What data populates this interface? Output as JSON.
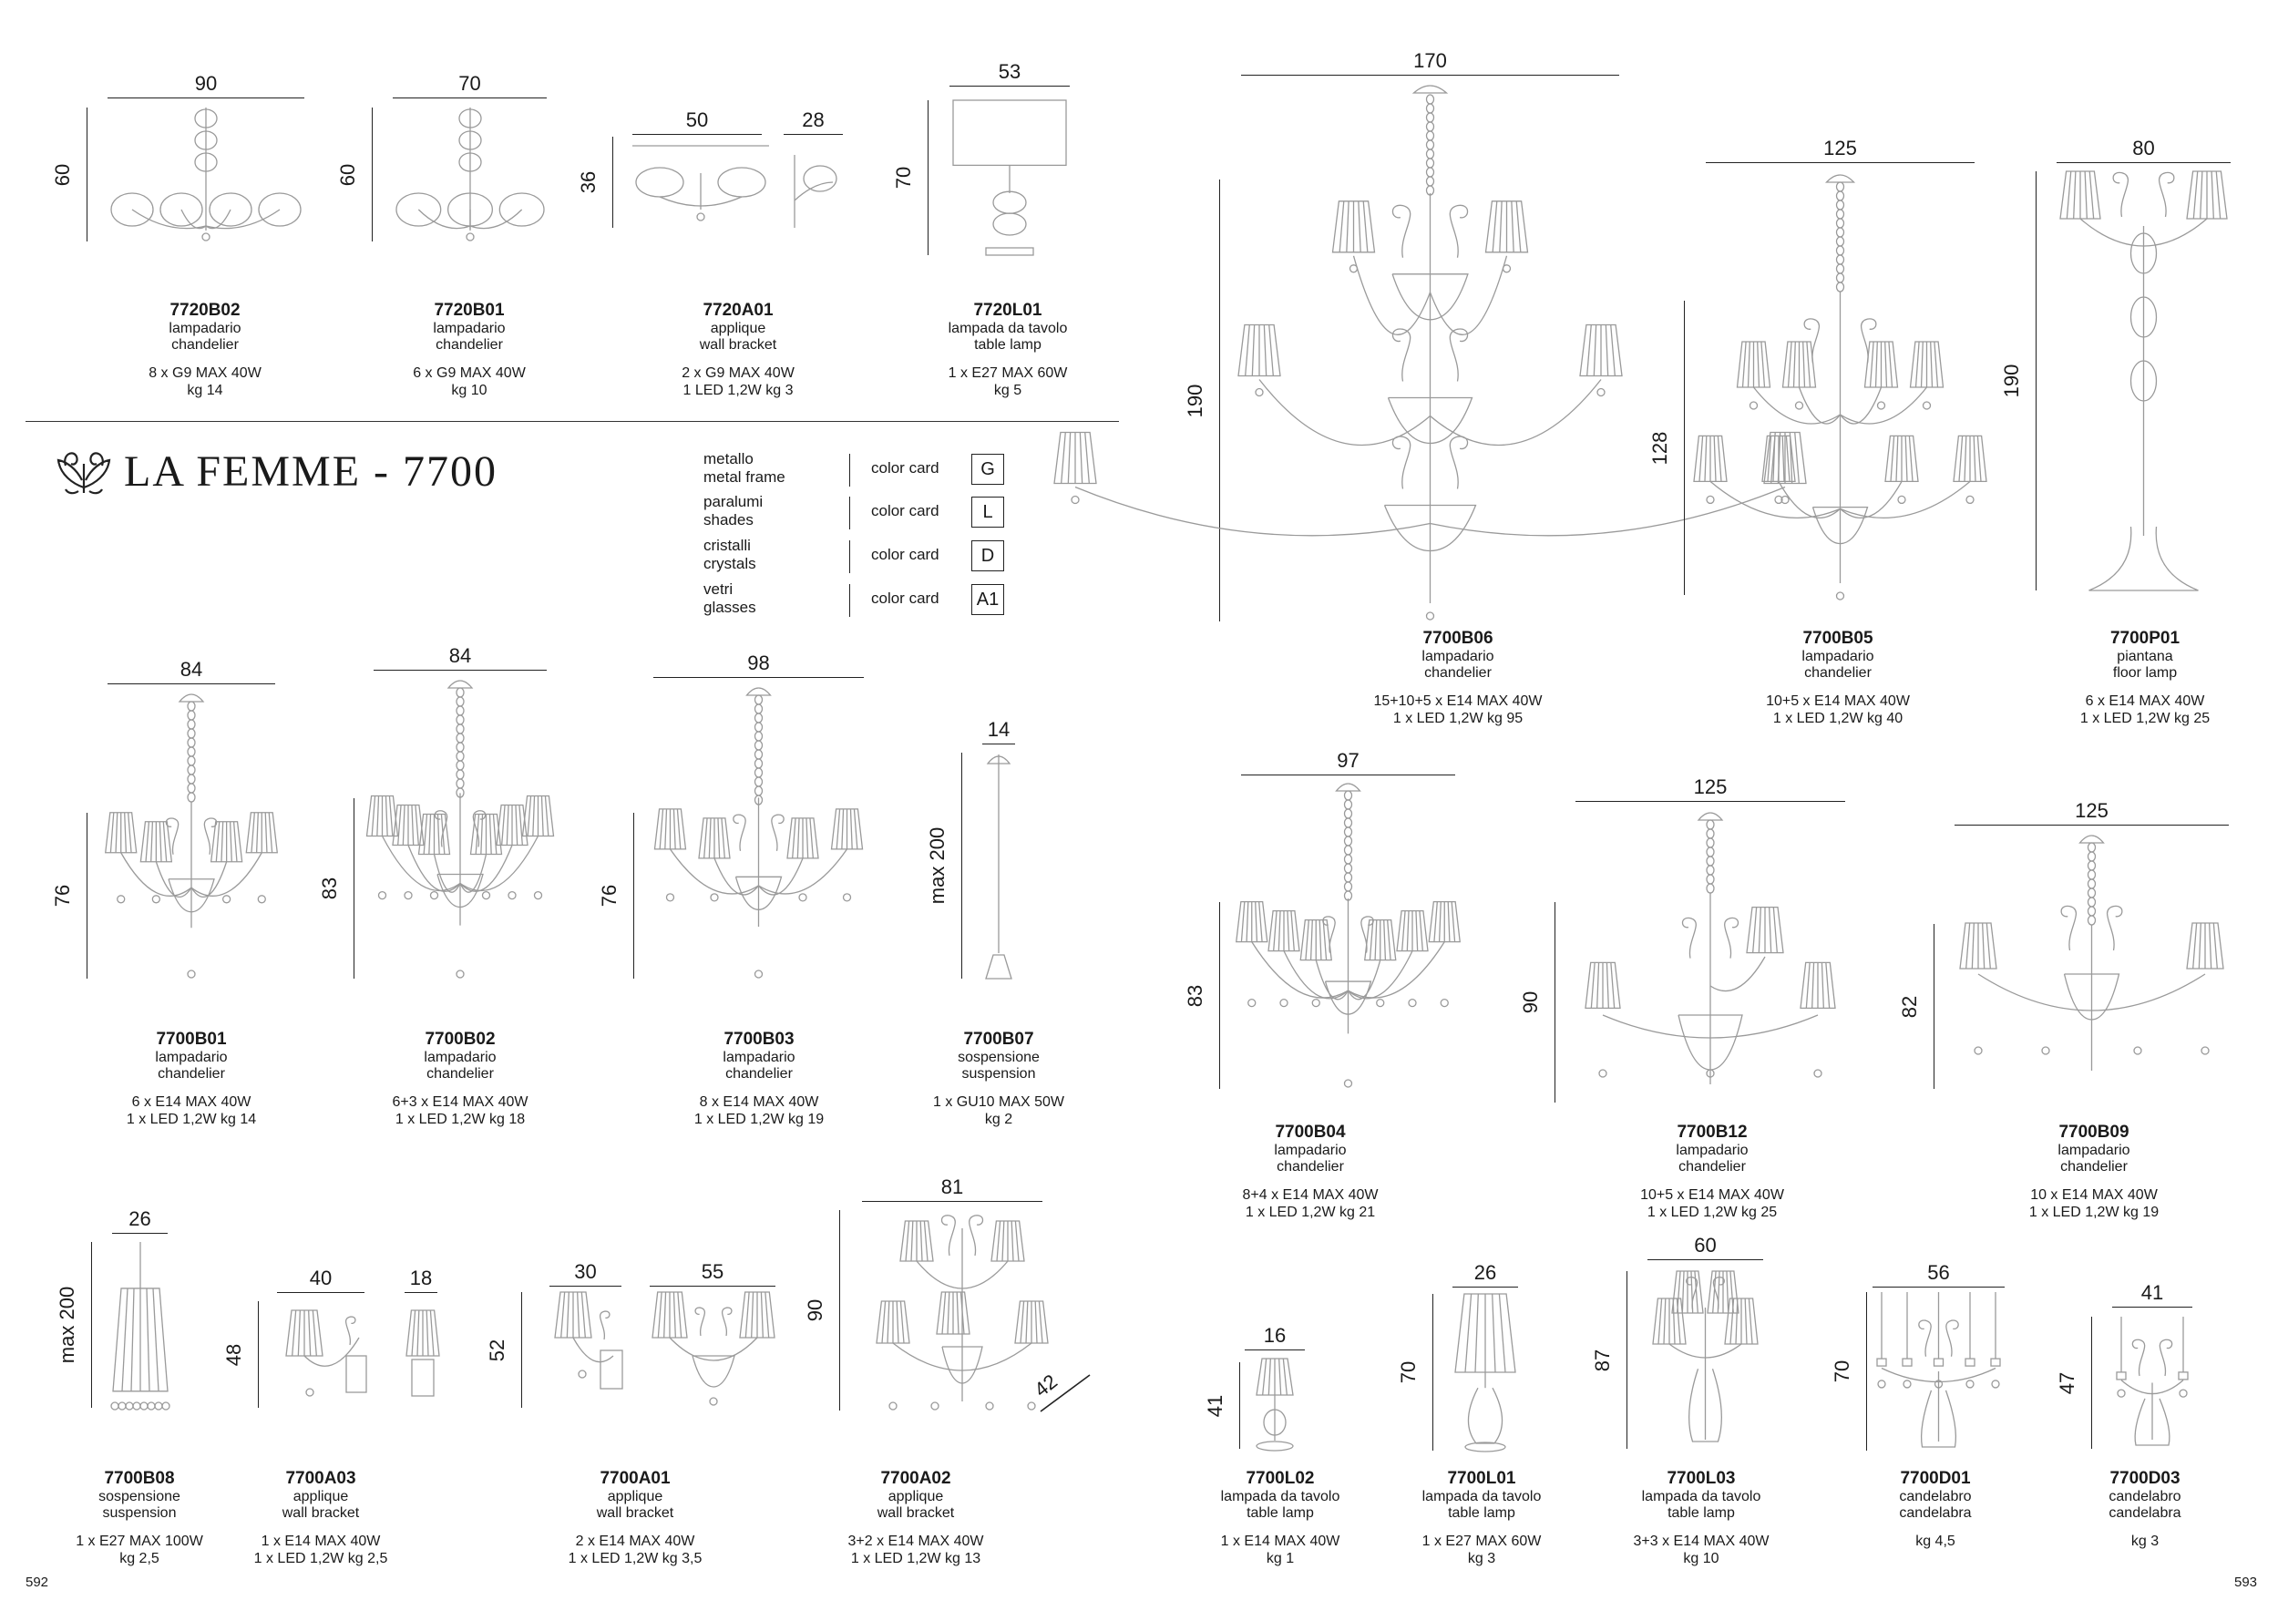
{
  "series": {
    "brand": "LA FEMME - 7700"
  },
  "materials": [
    {
      "it": "metallo",
      "en": "metal frame",
      "label": "color card",
      "code": "G"
    },
    {
      "it": "paralumi",
      "en": "shades",
      "label": "color card",
      "code": "L"
    },
    {
      "it": "cristalli",
      "en": "crystals",
      "label": "color card",
      "code": "D"
    },
    {
      "it": "vetri",
      "en": "glasses",
      "label": "color card",
      "code": "A1"
    }
  ],
  "page_numbers": {
    "left": "592",
    "right": "593"
  },
  "products": [
    {
      "code": "7720B02",
      "it": "lampadario",
      "en": "chandelier",
      "specs": [
        "8 x G9 MAX 40W",
        "kg 14"
      ],
      "w": "90",
      "h": "60"
    },
    {
      "code": "7720B01",
      "it": "lampadario",
      "en": "chandelier",
      "specs": [
        "6 x G9 MAX 40W",
        "kg 10"
      ],
      "w": "70",
      "h": "60"
    },
    {
      "code": "7720A01",
      "it": "applique",
      "en": "wall bracket",
      "specs": [
        "2 x G9 MAX 40W",
        "1 LED 1,2W kg 3"
      ],
      "w": "50",
      "w2": "28",
      "h": "36"
    },
    {
      "code": "7720L01",
      "it": "lampada da tavolo",
      "en": "table lamp",
      "specs": [
        "1 x E27 MAX 60W",
        "kg 5"
      ],
      "w": "53",
      "h": "70"
    },
    {
      "code": "7700B01",
      "it": "lampadario",
      "en": "chandelier",
      "specs": [
        "6 x E14 MAX 40W",
        "1 x LED 1,2W kg 14"
      ],
      "w": "84",
      "h": "76"
    },
    {
      "code": "7700B02",
      "it": "lampadario",
      "en": "chandelier",
      "specs": [
        "6+3 x E14 MAX 40W",
        "1 x LED 1,2W kg 18"
      ],
      "w": "84",
      "h": "83"
    },
    {
      "code": "7700B03",
      "it": "lampadario",
      "en": "chandelier",
      "specs": [
        "8 x E14 MAX 40W",
        "1 x LED 1,2W kg 19"
      ],
      "w": "98",
      "h": "76"
    },
    {
      "code": "7700B07",
      "it": "sospensione",
      "en": "suspension",
      "specs": [
        "1 x GU10 MAX 50W",
        "kg 2"
      ],
      "w": "14",
      "h": "max 200"
    },
    {
      "code": "7700B08",
      "it": "sospensione",
      "en": "suspension",
      "specs": [
        "1 x E27 MAX 100W",
        "kg 2,5"
      ],
      "w": "26",
      "h": "max 200"
    },
    {
      "code": "7700A03",
      "it": "applique",
      "en": "wall bracket",
      "specs": [
        "1 x E14 MAX 40W",
        "1 x LED 1,2W kg 2,5"
      ],
      "w": "40",
      "w2": "18",
      "h": "48"
    },
    {
      "code": "7700A01",
      "it": "applique",
      "en": "wall bracket",
      "specs": [
        "2 x E14 MAX 40W",
        "1 x LED 1,2W kg 3,5"
      ],
      "w": "30",
      "w2": "55",
      "h": "52"
    },
    {
      "code": "7700A02",
      "it": "applique",
      "en": "wall bracket",
      "specs": [
        "3+2 x E14 MAX 40W",
        "1 x LED 1,2W kg 13"
      ],
      "w": "81",
      "h": "90",
      "d": "42"
    },
    {
      "code": "7700B06",
      "it": "lampadario",
      "en": "chandelier",
      "specs": [
        "15+10+5 x E14 MAX 40W",
        "1 x LED 1,2W kg 95"
      ],
      "w": "170",
      "h": "190"
    },
    {
      "code": "7700B05",
      "it": "lampadario",
      "en": "chandelier",
      "specs": [
        "10+5 x E14 MAX 40W",
        "1 x LED 1,2W kg 40"
      ],
      "w": "125",
      "h": "128"
    },
    {
      "code": "7700P01",
      "it": "piantana",
      "en": "floor lamp",
      "specs": [
        "6 x E14 MAX 40W",
        "1 x LED 1,2W kg 25"
      ],
      "w": "80",
      "h": "190"
    },
    {
      "code": "7700B04",
      "it": "lampadario",
      "en": "chandelier",
      "specs": [
        "8+4 x E14 MAX 40W",
        "1 x LED 1,2W kg 21"
      ],
      "w": "97",
      "h": "83"
    },
    {
      "code": "7700B12",
      "it": "lampadario",
      "en": "chandelier",
      "specs": [
        "10+5 x E14 MAX 40W",
        "1 x LED 1,2W kg 25"
      ],
      "w": "125",
      "h": "90"
    },
    {
      "code": "7700B09",
      "it": "lampadario",
      "en": "chandelier",
      "specs": [
        "10 x E14 MAX 40W",
        "1 x LED 1,2W kg 19"
      ],
      "w": "125",
      "h": "82"
    },
    {
      "code": "7700L02",
      "it": "lampada da tavolo",
      "en": "table lamp",
      "specs": [
        "1 x E14 MAX 40W",
        "kg 1"
      ],
      "w": "16",
      "h": "41"
    },
    {
      "code": "7700L01",
      "it": "lampada da tavolo",
      "en": "table lamp",
      "specs": [
        "1 x E27 MAX 60W",
        "kg 3"
      ],
      "w": "26",
      "h": "70"
    },
    {
      "code": "7700L03",
      "it": "lampada da tavolo",
      "en": "table lamp",
      "specs": [
        "3+3 x E14 MAX 40W",
        "kg 10"
      ],
      "w": "60",
      "h": "87"
    },
    {
      "code": "7700D01",
      "it": "candelabro",
      "en": "candelabra",
      "specs": [
        "kg 4,5"
      ],
      "w": "56",
      "h": "70"
    },
    {
      "code": "7700D03",
      "it": "candelabro",
      "en": "candelabra",
      "specs": [
        "kg 3"
      ],
      "w": "41",
      "h": "47"
    }
  ]
}
